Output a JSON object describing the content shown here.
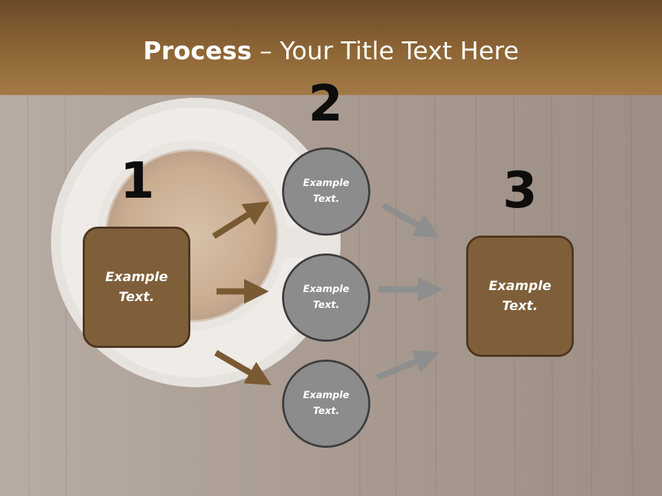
{
  "title": {
    "bold": "Process",
    "rest": " – Your Title Text Here"
  },
  "steps": [
    {
      "number": "1",
      "box_text": "Example Text."
    },
    {
      "number": "2",
      "circles": [
        "Example Text.",
        "Example Text.",
        "Example Text."
      ]
    },
    {
      "number": "3",
      "box_text": "Example Text."
    }
  ],
  "colors": {
    "brown_fill": "#7f5f3a",
    "brown_border": "#4b351f",
    "circle_fill": "#8c8c8c",
    "gray_arrow": "#8e8e8e",
    "header_band": "#8b6334"
  },
  "icons": [
    "brown-arrow-icon",
    "gray-arrow-icon"
  ]
}
